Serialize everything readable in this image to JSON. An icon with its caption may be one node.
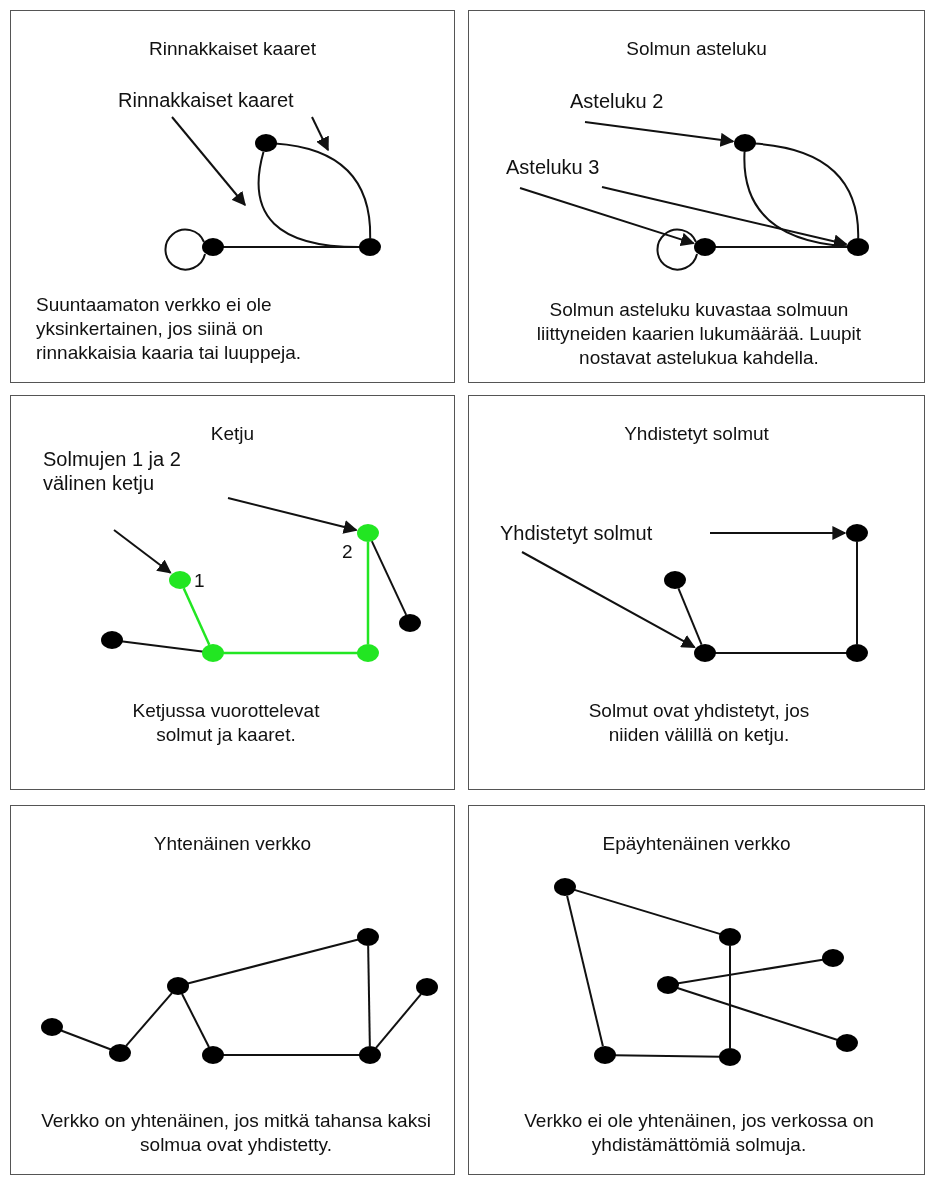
{
  "diagram": {
    "nodes": [
      {
        "text": [
          "Rinnakkaiset kaaret",
          "Suuntaamaton verkko ei ole yksinkertainen, jos siinä on rinnakkaisia kaaria tai luuppeja."
        ]
      },
      {
        "text": [
          "Rinnakkaiset kaaret"
        ],
        "in": 0
      },
      {
        "text": [],
        "shape": "circle",
        "in": 0
      },
      {
        "text": [],
        "shape": "circle",
        "in": 0
      },
      {
        "text": [],
        "shape": "circle",
        "in": 0
      },
      {
        "text": [
          "Solmun asteluku",
          "Solmun asteluku kuvastaa solmuun liittyneiden kaarien lukumäärää. Luupit nostavat astelukua kahdella."
        ]
      },
      {
        "text": [
          "Asteluku 2"
        ],
        "in": 5
      },
      {
        "text": [
          "Asteluku 3"
        ],
        "in": 5
      },
      {
        "text": [],
        "shape": "circle",
        "in": 5
      },
      {
        "text": [],
        "shape": "circle",
        "in": 5
      },
      {
        "text": [],
        "shape": "circle",
        "in": 5
      },
      {
        "text": [
          "Ketju",
          "Ketjussa vuorottelevat solmut ja kaaret."
        ]
      },
      {
        "text": [
          "Solmujen 1 ja 2 välinen ketju"
        ],
        "in": 11
      },
      {
        "text": [],
        "shape": "circle",
        "in": 11,
        "beside": [
          "2"
        ]
      },
      {
        "text": [],
        "shape": "circle",
        "in": 11,
        "beside": [
          "1"
        ]
      },
      {
        "text": [],
        "shape": "circle",
        "in": 11
      },
      {
        "text": [],
        "shape": "circle",
        "in": 11
      },
      {
        "text": [],
        "shape": "circle",
        "in": 11
      },
      {
        "text": [],
        "shape": "circle",
        "in": 11
      },
      {
        "text": [
          "Yhdistetyt solmut",
          "Solmut ovat yhdistetyt, jos niiden välillä on ketju."
        ]
      },
      {
        "text": [
          "Yhdistetyt solmut"
        ],
        "in": 19
      },
      {
        "text": [],
        "shape": "circle",
        "in": 19
      },
      {
        "text": [],
        "shape": "circle",
        "in": 19
      },
      {
        "text": [],
        "shape": "circle",
        "in": 19
      },
      {
        "text": [],
        "shape": "circle",
        "in": 19
      },
      {
        "text": [
          "Yhtenäinen verkko",
          "Verkko on yhtenäinen, jos mitkä tahansa kaksi solmua ovat yhdistetty."
        ]
      },
      {
        "text": [],
        "shape": "circle",
        "in": 25
      },
      {
        "text": [],
        "shape": "circle",
        "in": 25
      },
      {
        "text": [],
        "shape": "circle",
        "in": 25
      },
      {
        "text": [],
        "shape": "circle",
        "in": 25
      },
      {
        "text": [],
        "shape": "circle",
        "in": 25
      },
      {
        "text": [],
        "shape": "circle",
        "in": 25
      },
      {
        "text": [],
        "shape": "circle",
        "in": 25
      },
      {
        "text": [
          "Epäyhtenäinen verkko",
          "Verkko ei ole yhtenäinen, jos verkossa on yhdistämättömiä solmuja."
        ]
      },
      {
        "text": [],
        "shape": "circle",
        "in": 33
      },
      {
        "text": [],
        "shape": "circle",
        "in": 33
      },
      {
        "text": [],
        "shape": "circle",
        "in": 33
      },
      {
        "text": [],
        "shape": "circle",
        "in": 33
      },
      {
        "text": [],
        "shape": "circle",
        "in": 33
      },
      {
        "text": [],
        "shape": "circle",
        "in": 33
      },
      {
        "text": [],
        "shape": "circle",
        "in": 33
      }
    ],
    "edges": [
      {
        "from": 2,
        "to": 4,
        "arrow": "none"
      },
      {
        "from": 2,
        "to": 4,
        "arrow": "none"
      },
      {
        "from": 3,
        "to": 4,
        "arrow": "none"
      },
      {
        "from": 3,
        "to": 3,
        "arrow": "none"
      },
      {
        "from": 1,
        "to": null,
        "arrow": "to"
      },
      {
        "from": 1,
        "to": null,
        "arrow": "to"
      },
      {
        "from": 8,
        "to": 10,
        "arrow": "none"
      },
      {
        "from": 8,
        "to": 10,
        "arrow": "none"
      },
      {
        "from": 9,
        "to": 10,
        "arrow": "none"
      },
      {
        "from": 9,
        "to": 9,
        "arrow": "none"
      },
      {
        "from": 6,
        "to": 8,
        "arrow": "to"
      },
      {
        "from": 7,
        "to": 9,
        "arrow": "to"
      },
      {
        "from": 7,
        "to": 10,
        "arrow": "to"
      },
      {
        "from": 16,
        "to": 17,
        "arrow": "none"
      },
      {
        "from": 14,
        "to": 17,
        "arrow": "none",
        "color": "#22e622"
      },
      {
        "from": 17,
        "to": 18,
        "arrow": "none",
        "color": "#22e622"
      },
      {
        "from": 18,
        "to": 13,
        "arrow": "none",
        "color": "#22e622"
      },
      {
        "from": 13,
        "to": 15,
        "arrow": "none"
      },
      {
        "from": 12,
        "to": 14,
        "arrow": "to"
      },
      {
        "from": 12,
        "to": 13,
        "arrow": "to"
      },
      {
        "from": 22,
        "to": 23,
        "arrow": "none"
      },
      {
        "from": 23,
        "to": 24,
        "arrow": "none"
      },
      {
        "from": 24,
        "to": 21,
        "arrow": "none"
      },
      {
        "from": 20,
        "to": 21,
        "arrow": "to"
      },
      {
        "from": 20,
        "to": 23,
        "arrow": "to"
      },
      {
        "from": 29,
        "to": 30,
        "arrow": "none"
      },
      {
        "from": 30,
        "to": 27,
        "arrow": "none"
      },
      {
        "from": 27,
        "to": 26,
        "arrow": "none"
      },
      {
        "from": 27,
        "to": 31,
        "arrow": "none"
      },
      {
        "from": 31,
        "to": 32,
        "arrow": "none"
      },
      {
        "from": 26,
        "to": 32,
        "arrow": "none"
      },
      {
        "from": 32,
        "to": 28,
        "arrow": "none"
      },
      {
        "from": 34,
        "to": 35,
        "arrow": "none"
      },
      {
        "from": 34,
        "to": 39,
        "arrow": "none"
      },
      {
        "from": 39,
        "to": 40,
        "arrow": "none"
      },
      {
        "from": 35,
        "to": 40,
        "arrow": "none"
      },
      {
        "from": 37,
        "to": 36,
        "arrow": "none"
      },
      {
        "from": 37,
        "to": 38,
        "arrow": "none"
      }
    ]
  }
}
